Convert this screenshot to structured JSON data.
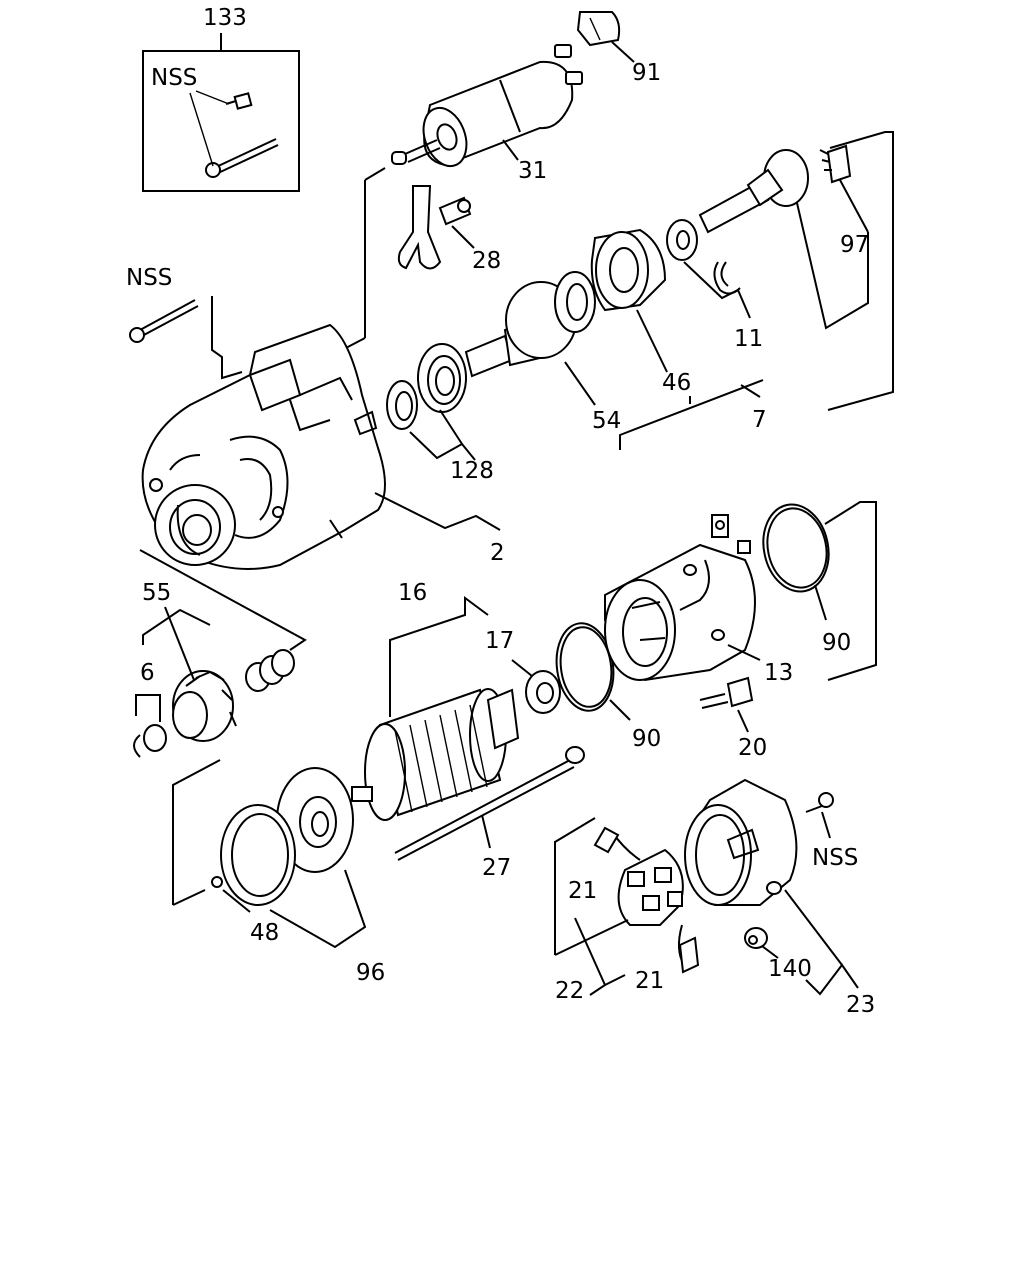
{
  "labels": {
    "l133": "133",
    "nss_box": "NSS",
    "l91": "91",
    "l31": "31",
    "l28": "28",
    "nss_bolt": "NSS",
    "l97": "97",
    "l11": "11",
    "l46": "46",
    "l7": "7",
    "l54": "54",
    "l128": "128",
    "l2": "2",
    "l55": "55",
    "l6": "6",
    "l16": "16",
    "l17": "17",
    "l90a": "90",
    "l90b": "90",
    "l13": "13",
    "l20": "20",
    "l27": "27",
    "nss_screw": "NSS",
    "l21a": "21",
    "l21b": "21",
    "l22": "22",
    "l48": "48",
    "l96": "96",
    "l140": "140",
    "l23": "23"
  },
  "part_icons": [
    "starter-housing-icon",
    "solenoid-icon",
    "shift-lever-icon",
    "bolt-icon",
    "pinion-gear-icon",
    "washer-icon",
    "snap-ring-icon",
    "bearing-icon",
    "clutch-icon",
    "gear-icon",
    "spring-icon",
    "armature-icon",
    "o-ring-icon",
    "yoke-icon",
    "through-bolt-icon",
    "brush-holder-icon",
    "end-cover-icon"
  ]
}
